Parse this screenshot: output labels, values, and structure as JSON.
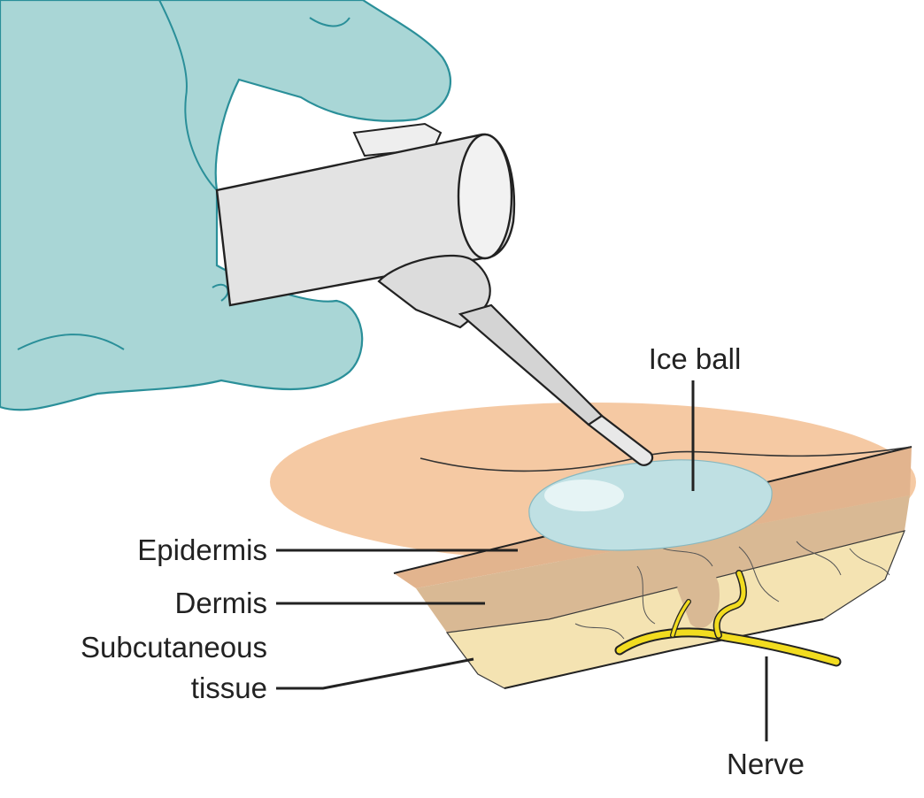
{
  "labels": {
    "ice_ball": "Ice ball",
    "epidermis": "Epidermis",
    "dermis": "Dermis",
    "subcutaneous_line1": "Subcutaneous",
    "subcutaneous_line2": "tissue",
    "nerve": "Nerve"
  },
  "colors": {
    "glove": "#a9d6d6",
    "glove_stroke": "#2a8f99",
    "skin_surface": "#f5c9a3",
    "epidermis": "#e0b38f",
    "dermis": "#d8b993",
    "subcutaneous": "#f4e3b2",
    "ice_ball": "#bfe0e3",
    "nerve": "#f2dc1f",
    "device_body": "#e3e3e3",
    "leader": "#222222"
  }
}
